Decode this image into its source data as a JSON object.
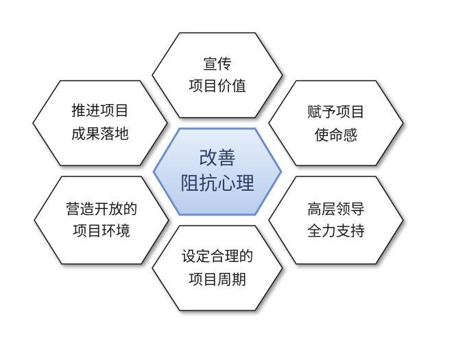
{
  "diagram": {
    "center": {
      "line1": "改善",
      "line2": "阻抗心理"
    },
    "top": {
      "line1": "宣传",
      "line2": "项目价值"
    },
    "top_left": {
      "line1": "推进项目",
      "line2": "成果落地"
    },
    "top_right": {
      "line1": "赋予项目",
      "line2": "使命感"
    },
    "bottom_left": {
      "line1": "营造开放的",
      "line2": "项目环境"
    },
    "bottom_right": {
      "line1": "高层领导",
      "line2": "全力支持"
    },
    "bottom": {
      "line1": "设定合理的",
      "line2": "项目周期"
    },
    "colors": {
      "center_fill_light": "#dfe8f7",
      "center_fill_dark": "#b8cbea",
      "center_stroke": "#6a8fd0",
      "outline": "#1a1a1a"
    }
  }
}
